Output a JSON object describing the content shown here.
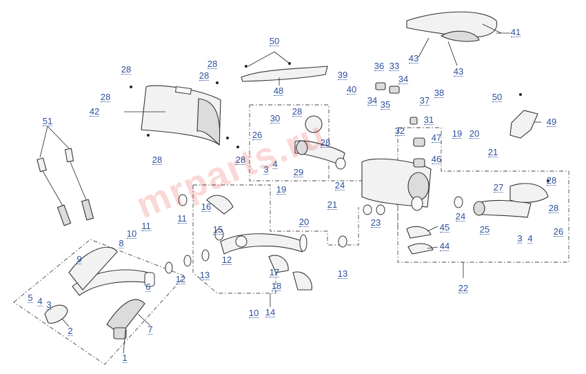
{
  "diagram": {
    "title": "Exhaust system exploded view",
    "watermark": "mrparts.ru",
    "callouts": [
      "1",
      "2",
      "3",
      "4",
      "5",
      "6",
      "7",
      "8",
      "9",
      "10",
      "11",
      "12",
      "13",
      "14",
      "15",
      "16",
      "17",
      "18",
      "19",
      "20",
      "21",
      "22",
      "23",
      "24",
      "25",
      "26",
      "27",
      "28",
      "29",
      "30",
      "31",
      "32",
      "33",
      "34",
      "35",
      "36",
      "37",
      "38",
      "39",
      "40",
      "41",
      "42",
      "43",
      "44",
      "45",
      "46",
      "47",
      "48",
      "49",
      "50",
      "51"
    ],
    "colors": {
      "callout": "#2b4f9c",
      "line": "#333333",
      "watermark": "#e62828"
    }
  }
}
